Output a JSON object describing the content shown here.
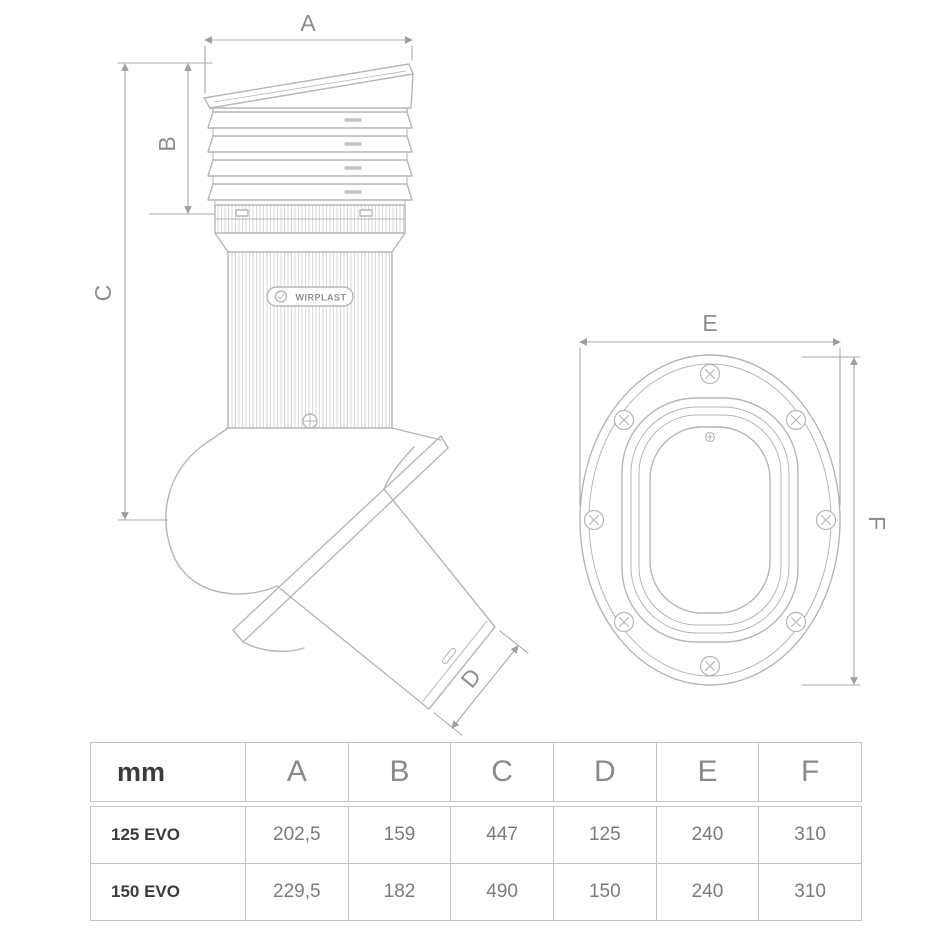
{
  "diagram": {
    "brand": "WIRPLAST",
    "dimensions": {
      "a": "A",
      "b": "B",
      "c": "C",
      "d": "D",
      "e": "E",
      "f": "F"
    }
  },
  "table": {
    "unit_header": "mm",
    "columns": [
      "A",
      "B",
      "C",
      "D",
      "E",
      "F"
    ],
    "rows": [
      {
        "model": "125 EVO",
        "values": [
          "202,5",
          "159",
          "447",
          "125",
          "240",
          "310"
        ]
      },
      {
        "model": "150 EVO",
        "values": [
          "229,5",
          "182",
          "490",
          "150",
          "240",
          "310"
        ]
      }
    ]
  }
}
